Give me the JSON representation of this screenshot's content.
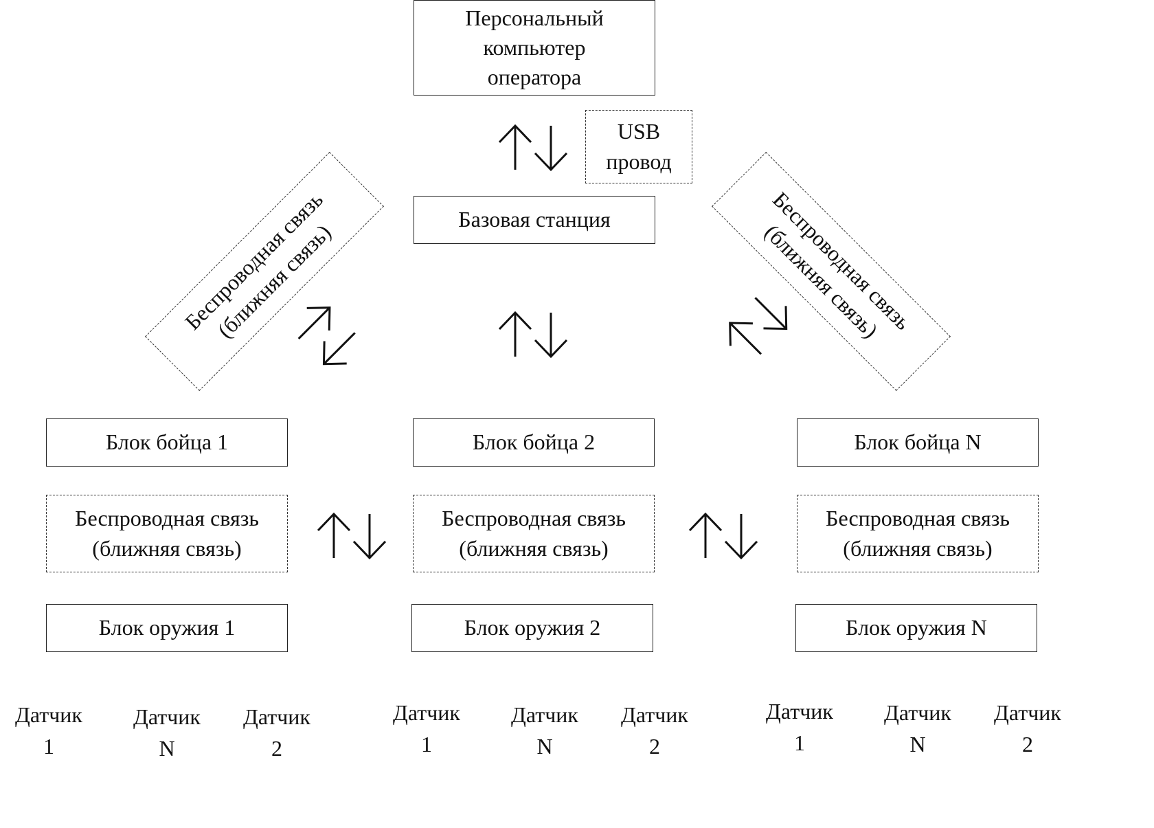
{
  "nodes": {
    "pc": [
      "Персональный",
      "компьютер",
      "оператора"
    ],
    "usb": [
      "USB",
      "провод"
    ],
    "base": "Базовая станция",
    "wireless_line1": "Беспроводная связь",
    "wireless_line2": "(ближняя связь)",
    "soldiers": [
      "Блок бойца 1",
      "Блок бойца 2",
      "Блок бойца N"
    ],
    "weapons": [
      "Блок оружия 1",
      "Блок оружия 2",
      "Блок оружия N"
    ],
    "sensor_label": "Датчик",
    "sensor_ids": [
      "1",
      "N",
      "2"
    ]
  }
}
